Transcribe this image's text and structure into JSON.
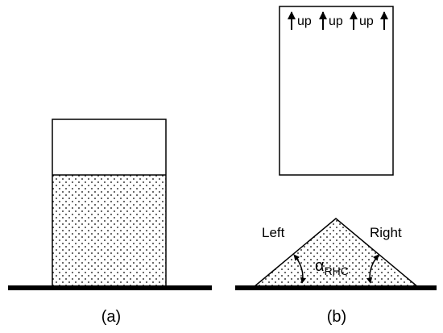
{
  "panel_a": {
    "caption": "(a)"
  },
  "panel_b": {
    "caption": "(b)",
    "up_labels": [
      "up",
      "up",
      "up"
    ],
    "left_label": "Left",
    "right_label": "Right",
    "angle_symbol": "α",
    "angle_subscript": "RHC"
  }
}
